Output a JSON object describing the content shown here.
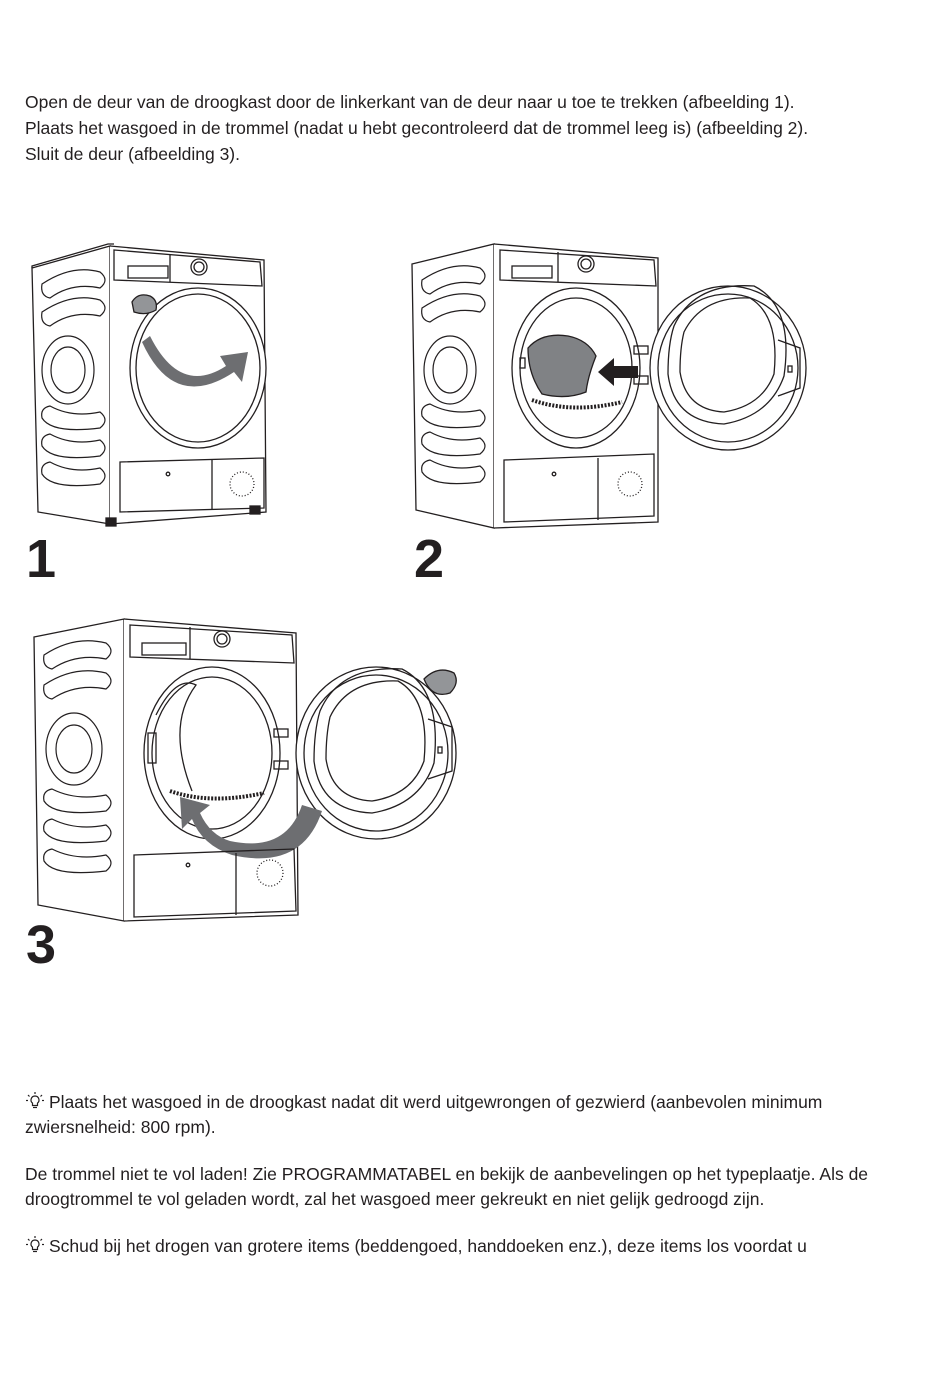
{
  "intro": {
    "line1": "Open de deur van de droogkast door de linkerkant van de deur naar u toe te trekken (afbeelding 1).",
    "line2": "Plaats het wasgoed in de trommel (nadat u hebt gecontroleerd dat de trommel leeg is) (afbeelding 2).",
    "line3": "Sluit de deur (afbeelding 3)."
  },
  "figures": [
    {
      "number": "1"
    },
    {
      "number": "2"
    },
    {
      "number": "3"
    }
  ],
  "notes": {
    "tip1": "Plaats het wasgoed in de droogkast nadat dit werd uitgewrongen of gezwierd (aanbevolen minimum zwiersnelheid: 800 rpm).",
    "para": "De trommel niet te vol laden! Zie PROGRAMMATABEL en bekijk de aanbevelingen op het typeplaatje. Als de droogtrommel te vol geladen wordt, zal het wasgoed meer gekreukt en niet gelijk gedroogd zijn.",
    "tip2": "Schud bij het drogen van grotere items (beddengoed, handdoeken enz.), deze items los voordat u"
  },
  "icons": {
    "tip": "lightbulb-icon",
    "arrow": "arrow-icon"
  },
  "colors": {
    "text": "#231f20",
    "arrow": "#6d6e71",
    "laundry": "#808285"
  }
}
